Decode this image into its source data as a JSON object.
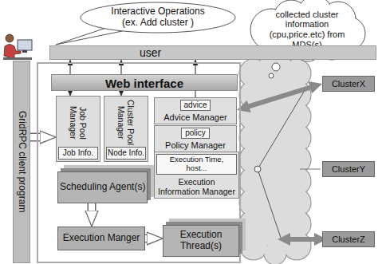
{
  "diagram": {
    "nodes": [
      {
        "text": [
          "Interactive Operations (ex. Add cluster )"
        ]
      },
      {
        "text": [
          "collected cluster information (cpu,price.etc) from MDS(s)"
        ]
      },
      {
        "text": [
          "user"
        ]
      },
      {
        "text": [
          "GridRPC client program"
        ]
      },
      {
        "text": [
          "Web interface"
        ]
      },
      {
        "text": [
          "Job Pool Manager"
        ],
        "in": 4
      },
      {
        "text": [
          "Job Info."
        ],
        "in": 5
      },
      {
        "text": [
          "Cluster Pool Manager"
        ],
        "in": 4
      },
      {
        "text": [
          "Node Info."
        ],
        "in": 7
      },
      {
        "text": [
          "Advice Manager"
        ],
        "in": 4
      },
      {
        "text": [
          "advice"
        ],
        "in": 9
      },
      {
        "text": [
          "Policy Manager"
        ],
        "in": 4
      },
      {
        "text": [
          "policy"
        ],
        "in": 11
      },
      {
        "text": [
          "Execution Information Manager"
        ],
        "in": 4
      },
      {
        "text": [
          "Execution Time, host..."
        ],
        "in": 13
      },
      {
        "text": [
          "Scheduling Agent(s)"
        ],
        "in": 4
      },
      {
        "text": [
          "Execution Manger"
        ],
        "in": 4
      },
      {
        "text": [
          "Execution Thread(s)"
        ],
        "in": 4
      },
      {
        "text": [
          "ClusterX"
        ]
      },
      {
        "text": [
          "ClusterY"
        ]
      },
      {
        "text": [
          "ClusterZ"
        ]
      }
    ],
    "edges": [
      {
        "from": 2,
        "to": 5,
        "arrow": "both"
      },
      {
        "from": 2,
        "to": 7,
        "arrow": "both"
      },
      {
        "from": 10,
        "to": 2,
        "arrow": "to"
      },
      {
        "from": 3,
        "to": 5,
        "arrow": "to"
      },
      {
        "from": 15,
        "to": 16,
        "arrow": "to"
      },
      {
        "from": 16,
        "to": 17,
        "arrow": "to"
      },
      {
        "from": 18,
        "to": 9,
        "arrow": "both"
      }
    ]
  }
}
